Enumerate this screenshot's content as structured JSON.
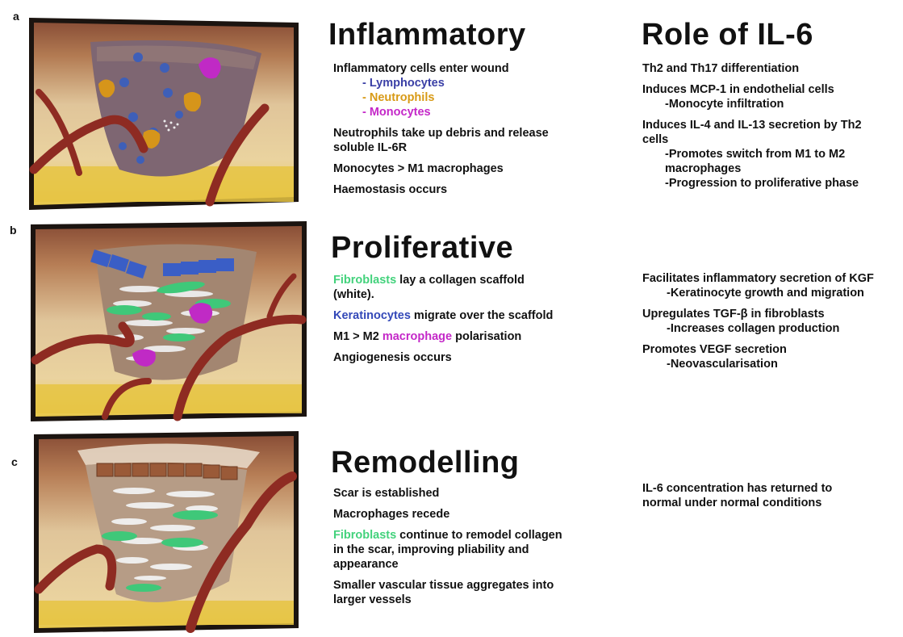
{
  "panels": {
    "a": {
      "letter": "a",
      "title": "Inflammatory",
      "items": {
        "enter": "Inflammatory cells enter wound",
        "lymph": "- Lymphocytes",
        "neut": "- Neutrophils",
        "mono": "- Monocytes",
        "debris": "Neutrophils take up debris and release soluble IL-6R",
        "m1": "Monocytes > M1 macrophages",
        "haemo": "Haemostasis occurs"
      },
      "role_title": "Role of IL-6",
      "role": {
        "th": "Th2 and Th17 differentiation",
        "mcp": "Induces MCP-1 in endothelial cells",
        "mcp_sub": "-Monocyte infiltration",
        "il4": "Induces IL-4 and IL-13 secretion by Th2 cells",
        "il4_sub1": "-Promotes switch from M1 to M2 macrophages",
        "il4_sub2": "-Progression to proliferative phase"
      }
    },
    "b": {
      "letter": "b",
      "title": "Proliferative",
      "items": {
        "fib_word": "Fibroblasts",
        "fib_rest": " lay a collagen scaffold (white).",
        "ker_word": "Keratinocytes",
        "ker_rest": " migrate over the scaffold",
        "m2_pre": "M1 > M2 ",
        "m2_word": "macrophage",
        "m2_post": " polarisation",
        "angio": "Angiogenesis occurs"
      },
      "role": {
        "kgf": "Facilitates inflammatory secretion of KGF",
        "kgf_sub": "-Keratinocyte growth and migration",
        "tgf": "Upregulates TGF-β in fibroblasts",
        "tgf_sub": "-Increases collagen production",
        "vegf": "Promotes VEGF secretion",
        "vegf_sub": "-Neovascularisation"
      }
    },
    "c": {
      "letter": "c",
      "title": "Remodelling",
      "items": {
        "scar": "Scar is established",
        "recede": "Macrophages recede",
        "fib_word": "Fibroblasts",
        "fib_rest": " continue to remodel collagen in the scar, improving pliability and appearance",
        "vasc": "Smaller vascular tissue aggregates into larger vessels"
      },
      "role": {
        "conc": "IL-6 concentration has returned to normal under normal conditions"
      }
    }
  },
  "colors": {
    "lymphocytes": "#3a3fa6",
    "neutrophils": "#d89a16",
    "monocytes": "#c428c8",
    "fibroblasts": "#43d27c",
    "keratinocytes": "#3348b8",
    "vessel": "#8e2b22",
    "skin": "#d9b98c"
  }
}
